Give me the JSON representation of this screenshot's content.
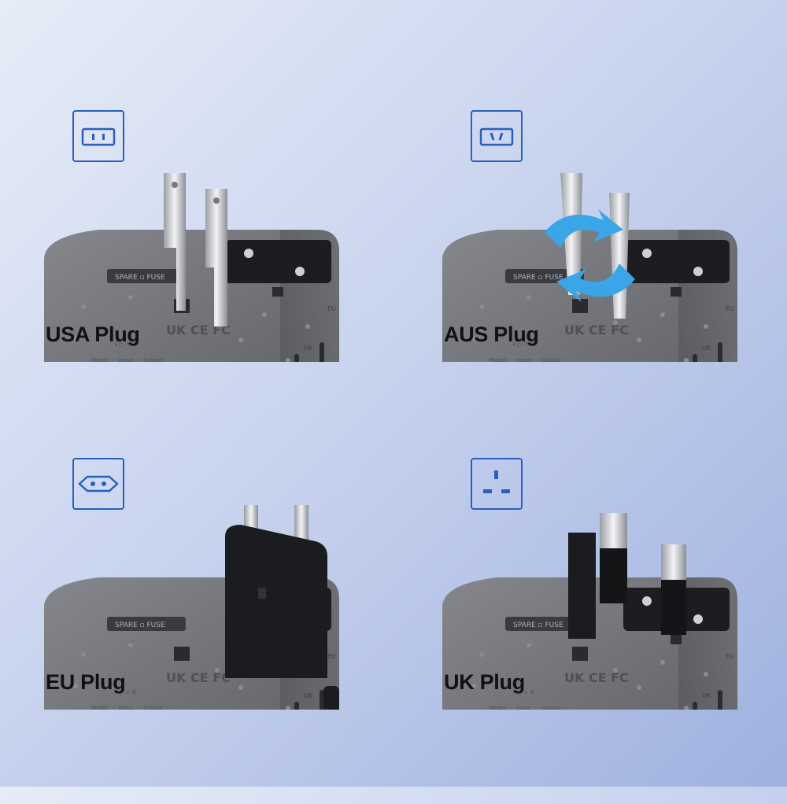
{
  "panels": [
    {
      "label": "USA Plug",
      "socket_icon": "us-socket-icon",
      "plug": "us-plug-pins"
    },
    {
      "label": "AUS Plug",
      "socket_icon": "aus-socket-icon",
      "plug": "aus-plug-pins"
    },
    {
      "label": "EU Plug",
      "socket_icon": "eu-socket-icon",
      "plug": "eu-plug"
    },
    {
      "label": "UK Plug",
      "socket_icon": "uk-socket-icon",
      "plug": "uk-plug-pins"
    }
  ],
  "colors": {
    "icon_blue": "#2a5fc0",
    "adapter_gray": "#6e7075",
    "arrow_blue": "#3aa6e8"
  }
}
